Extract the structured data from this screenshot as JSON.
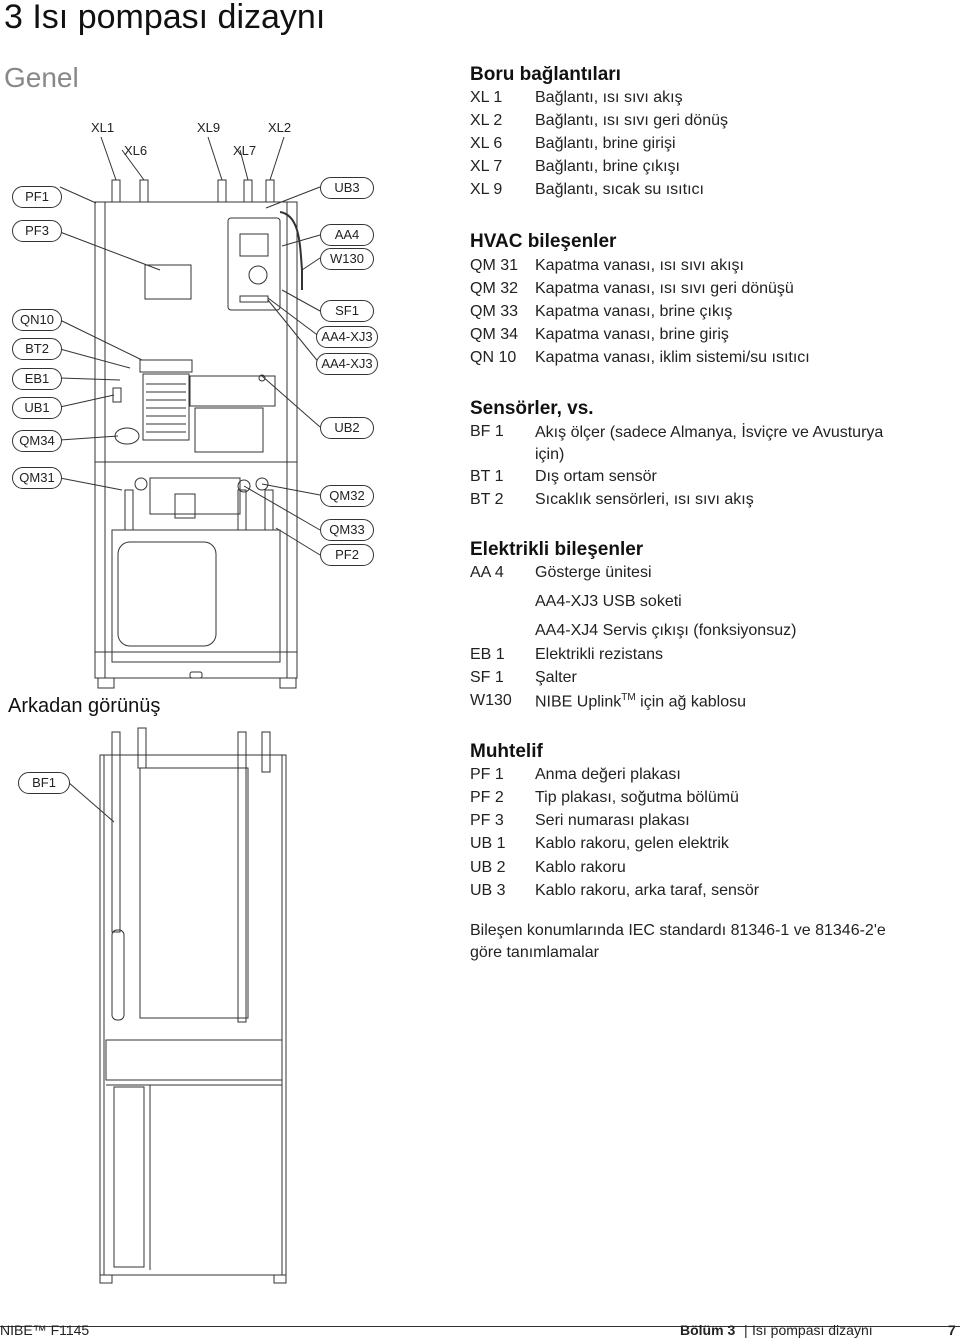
{
  "page": {
    "title": "3  Isı pompası dizaynı",
    "subtitle": "Genel",
    "caption": "Arkadan görünüş"
  },
  "diagram_labels": {
    "xl1": "XL1",
    "xl6": "XL6",
    "xl9": "XL9",
    "xl7": "XL7",
    "xl2": "XL2",
    "pf1": "PF1",
    "pf3": "PF3",
    "qn10": "QN10",
    "bt2": "BT2",
    "eb1": "EB1",
    "ub1": "UB1",
    "qm34": "QM34",
    "qm31": "QM31",
    "ub3": "UB3",
    "aa4": "AA4",
    "w130": "W130",
    "sf1": "SF1",
    "aa4xj3a": "AA4-XJ3",
    "aa4xj3b": "AA4-XJ3",
    "ub2": "UB2",
    "qm32": "QM32",
    "qm33": "QM33",
    "pf2": "PF2",
    "bf1": "BF1"
  },
  "sections": {
    "boru": {
      "heading": "Boru bağlantıları",
      "items": [
        {
          "code": "XL 1",
          "desc": "Bağlantı, ısı sıvı akış"
        },
        {
          "code": "XL 2",
          "desc": "Bağlantı, ısı sıvı geri dönüş"
        },
        {
          "code": "XL 6",
          "desc": "Bağlantı, brine girişi"
        },
        {
          "code": "XL 7",
          "desc": "Bağlantı, brine çıkışı"
        },
        {
          "code": "XL 9",
          "desc": "Bağlantı, sıcak su ısıtıcı"
        }
      ]
    },
    "hvac": {
      "heading": "HVAC bileşenler",
      "items": [
        {
          "code": "QM 31",
          "desc": "Kapatma vanası, ısı sıvı akışı"
        },
        {
          "code": "QM 32",
          "desc": "Kapatma vanası, ısı sıvı geri dönüşü"
        },
        {
          "code": "QM 33",
          "desc": "Kapatma vanası, brine çıkış"
        },
        {
          "code": "QM 34",
          "desc": "Kapatma vanası, brine giriş"
        },
        {
          "code": "QN 10",
          "desc": "Kapatma vanası, iklim sistemi/su ısıtıcı"
        }
      ]
    },
    "sensor": {
      "heading": "Sensörler, vs.",
      "items": [
        {
          "code": "BF 1",
          "desc": "Akış ölçer (sadece Almanya, İsviçre ve Avusturya için)"
        },
        {
          "code": "BT 1",
          "desc": "Dış ortam sensör"
        },
        {
          "code": "BT 2",
          "desc": "Sıcaklık sensörleri, ısı sıvı akış"
        }
      ]
    },
    "elek": {
      "heading": "Elektrikli bileşenler",
      "items": [
        {
          "code": "AA 4",
          "desc": "Gösterge ünitesi"
        },
        {
          "code": "",
          "desc": "AA4-XJ3 USB soketi"
        },
        {
          "code": "",
          "desc": "AA4-XJ4 Servis çıkışı (fonksiyonsuz)"
        },
        {
          "code": "EB 1",
          "desc": "Elektrikli rezistans"
        },
        {
          "code": "SF 1",
          "desc": "Şalter"
        },
        {
          "code": "W130",
          "desc": "NIBE Uplink",
          "sup": "TM",
          "desc_after": " için ağ kablosu"
        }
      ]
    },
    "muhtelif": {
      "heading": "Muhtelif",
      "items": [
        {
          "code": "PF 1",
          "desc": "Anma değeri plakası"
        },
        {
          "code": "PF 2",
          "desc": "Tip plakası, soğutma bölümü"
        },
        {
          "code": "PF 3",
          "desc": "Seri numarası plakası"
        },
        {
          "code": "UB 1",
          "desc": "Kablo rakoru, gelen elektrik"
        },
        {
          "code": "UB 2",
          "desc": "Kablo rakoru"
        },
        {
          "code": "UB 3",
          "desc": "Kablo rakoru, arka taraf, sensör"
        }
      ]
    },
    "note": "Bileşen konumlarında IEC standardı 81346-1 ve 81346-2'e göre tanımlamalar"
  },
  "footer": {
    "left": "NIBE™ F1145",
    "chapter": "Bölüm 3",
    "section": "Isı pompası dizaynı",
    "page": "7"
  }
}
